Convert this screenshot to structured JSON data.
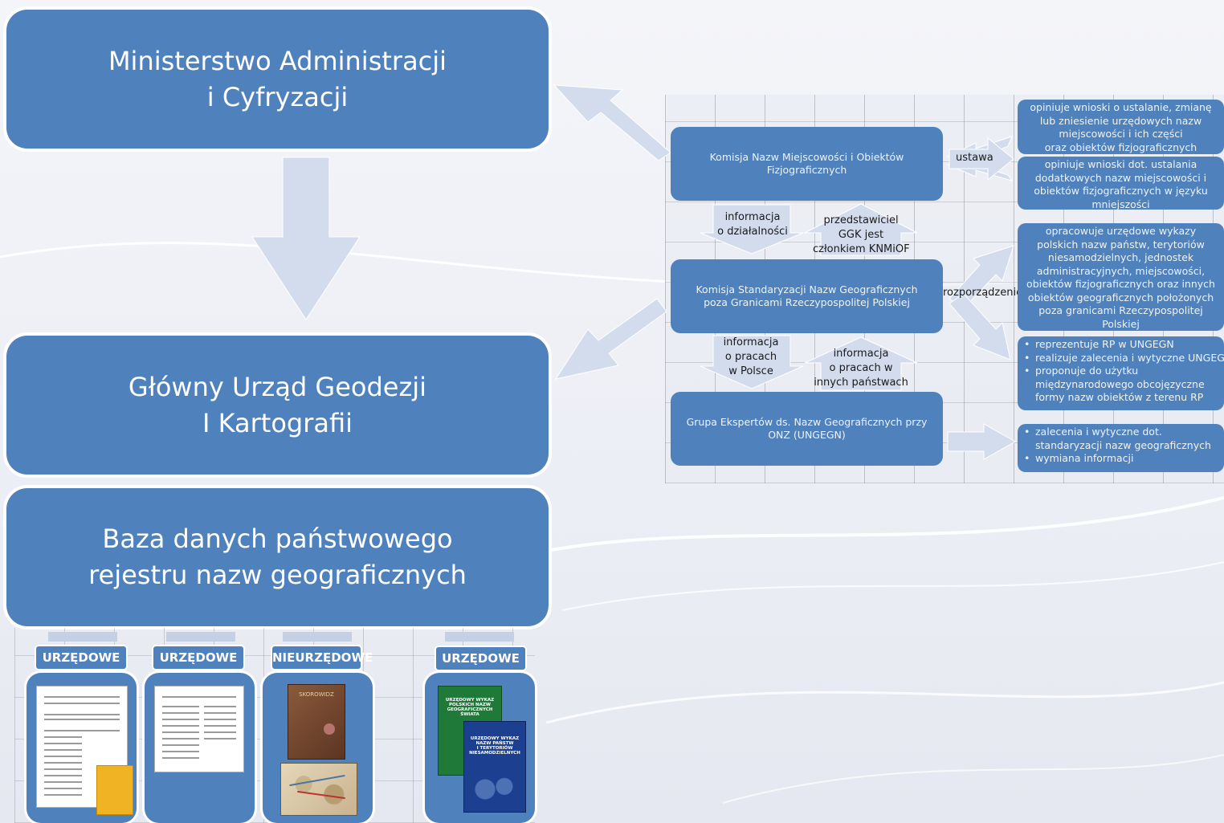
{
  "colors": {
    "box_fill": "#4f81bd",
    "arrow_fill": "#d3dcec",
    "background": "#eef0f6"
  },
  "left": {
    "ministry": [
      "Ministerstwo Administracji",
      "i Cyfryzacji"
    ],
    "gugik": [
      "Główny Urząd Geodezji",
      "I Kartografii"
    ],
    "database": [
      "Baza danych państwowego",
      "rejestru nazw geograficznych"
    ]
  },
  "center": {
    "knmiof": "Komisja Nazw Miejscowości i Obiektów Fizjograficznych",
    "ksng": "Komisja Standaryzacji Nazw Geograficznych poza Granicami Rzeczypospolitej Polskiej",
    "ungegn": "Grupa Ekspertów ds. Nazw Geograficznych przy ONZ (UNGEGN)"
  },
  "labels": {
    "ustawa": "ustawa",
    "rozporzadzenie": "rozporządzenie",
    "info_dzialalnosci": [
      "informacja",
      "o działalności"
    ],
    "przedstawiciel": [
      "przedstawiciel",
      "GGK jest",
      "członkiem KNMiOF"
    ],
    "info_polsce": [
      "informacja",
      "o pracach",
      "w Polsce"
    ],
    "info_panstwach": [
      "informacja",
      "o pracach w",
      "innych państwach"
    ]
  },
  "right": {
    "box1": [
      "opiniuje wnioski o ustalanie, zmianę",
      "lub zniesienie urzędowych nazw",
      "miejscowości  i ich części",
      "oraz obiektów fizjograficznych"
    ],
    "box2": [
      "opiniuje wnioski dot. ustalania",
      "dodatkowych nazw miejscowości i",
      "obiektów fizjograficznych w języku",
      "mniejszości"
    ],
    "box3": [
      "opracowuje urzędowe wykazy",
      "polskich nazw państw, terytoriów",
      "niesamodzielnych, jednostek",
      "administracyjnych, miejscowości,",
      "obiektów fizjograficznych oraz innych",
      "obiektów geograficznych położonych",
      "poza granicami Rzeczypospolitej",
      "Polskiej"
    ],
    "box4": [
      "reprezentuje RP w UNGEGN",
      "realizuje zalecenia i wytyczne UNGEGN",
      "proponuje  do użytku",
      "międzynarodowego obcojęzyczne",
      "formy nazw obiektów z terenu RP"
    ],
    "box5": [
      "zalecenia i wytyczne dot.",
      "standaryzacji nazw geograficznych",
      "wymiana informacji"
    ]
  },
  "bottom": {
    "tags": [
      "URZĘDOWE",
      "URZĘDOWE",
      "NIEURZĘDOWE",
      "URZĘDOWE"
    ],
    "book_title_1": [
      "URZĘDOWY WYKAZ",
      "POLSKICH NAZW",
      "GEOGRAFICZNYCH",
      "ŚWIATA"
    ],
    "book_title_2": [
      "URZĘDOWY WYKAZ",
      "NAZW PAŃSTW",
      "I TERYTORIÓW",
      "NIESAMODZIELNYCH"
    ],
    "old_book_title": "SKOROWIDZ"
  }
}
